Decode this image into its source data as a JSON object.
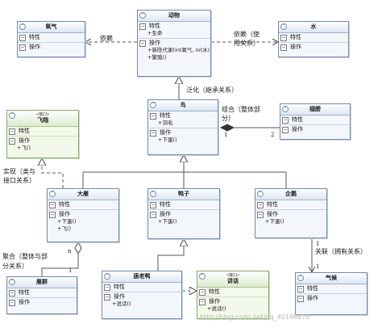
{
  "common": {
    "attr_title": "特性",
    "op_title": "操作",
    "collapse_glyph": "˄",
    "minus_glyph": "−"
  },
  "classes": {
    "animal": {
      "name": "动物",
      "attrs": [
        "+生命"
      ],
      "ops": [
        "+新陈代谢(int氧气, int水)",
        "+繁殖()"
      ]
    },
    "oxygen": {
      "name": "氧气",
      "attrs": [],
      "ops": []
    },
    "water": {
      "name": "水",
      "attrs": [],
      "ops": []
    },
    "bird": {
      "name": "鸟",
      "attrs": [
        "+羽毛"
      ],
      "ops": [
        "+下蛋()"
      ]
    },
    "wing": {
      "name": "翅膀",
      "attrs": [],
      "ops": []
    },
    "fly": {
      "name": "飞翔",
      "stereotype": "«接口»",
      "attrs": [],
      "ops": [
        "+飞()"
      ]
    },
    "wildgoose": {
      "name": "大雁",
      "attrs": [],
      "ops": [
        "+下蛋()",
        "+飞()"
      ]
    },
    "duck": {
      "name": "鸭子",
      "attrs": [],
      "ops": [
        "+下蛋()"
      ]
    },
    "penguin": {
      "name": "企鹅",
      "attrs": [],
      "ops": [
        "+下蛋()"
      ]
    },
    "flock": {
      "name": "雁群",
      "attrs": [],
      "ops": []
    },
    "donaldduck": {
      "name": "唐老鸭",
      "attrs": [],
      "ops": [
        "+说话()"
      ]
    },
    "speak": {
      "name": "讲话",
      "stereotype": "«接口»",
      "attrs": [],
      "ops": [
        "+说话()"
      ]
    },
    "climate": {
      "name": "气候",
      "attrs": [],
      "ops": []
    }
  },
  "labels": {
    "dep_left": "依赖",
    "dep_right_1": "依赖（使",
    "dep_right_2": "用关系）",
    "generalization": "泛化（继承关系）",
    "composition_1": "组合（整体部",
    "composition_2": "分）",
    "comp_mult_left": "1",
    "comp_mult_right": "2",
    "realization_1": "实现（类与",
    "realization_2": "接口关系）",
    "aggregation_1": "聚合（整体与部",
    "aggregation_2": "分关系）",
    "agg_mult_top": "n",
    "agg_mult_bottom": "1",
    "association": "关联（拥有关系）",
    "assoc_mult_top": "1",
    "assoc_mult_bottom": "1",
    "watermark": "http://blog.csdn.net/qq_40198675"
  }
}
